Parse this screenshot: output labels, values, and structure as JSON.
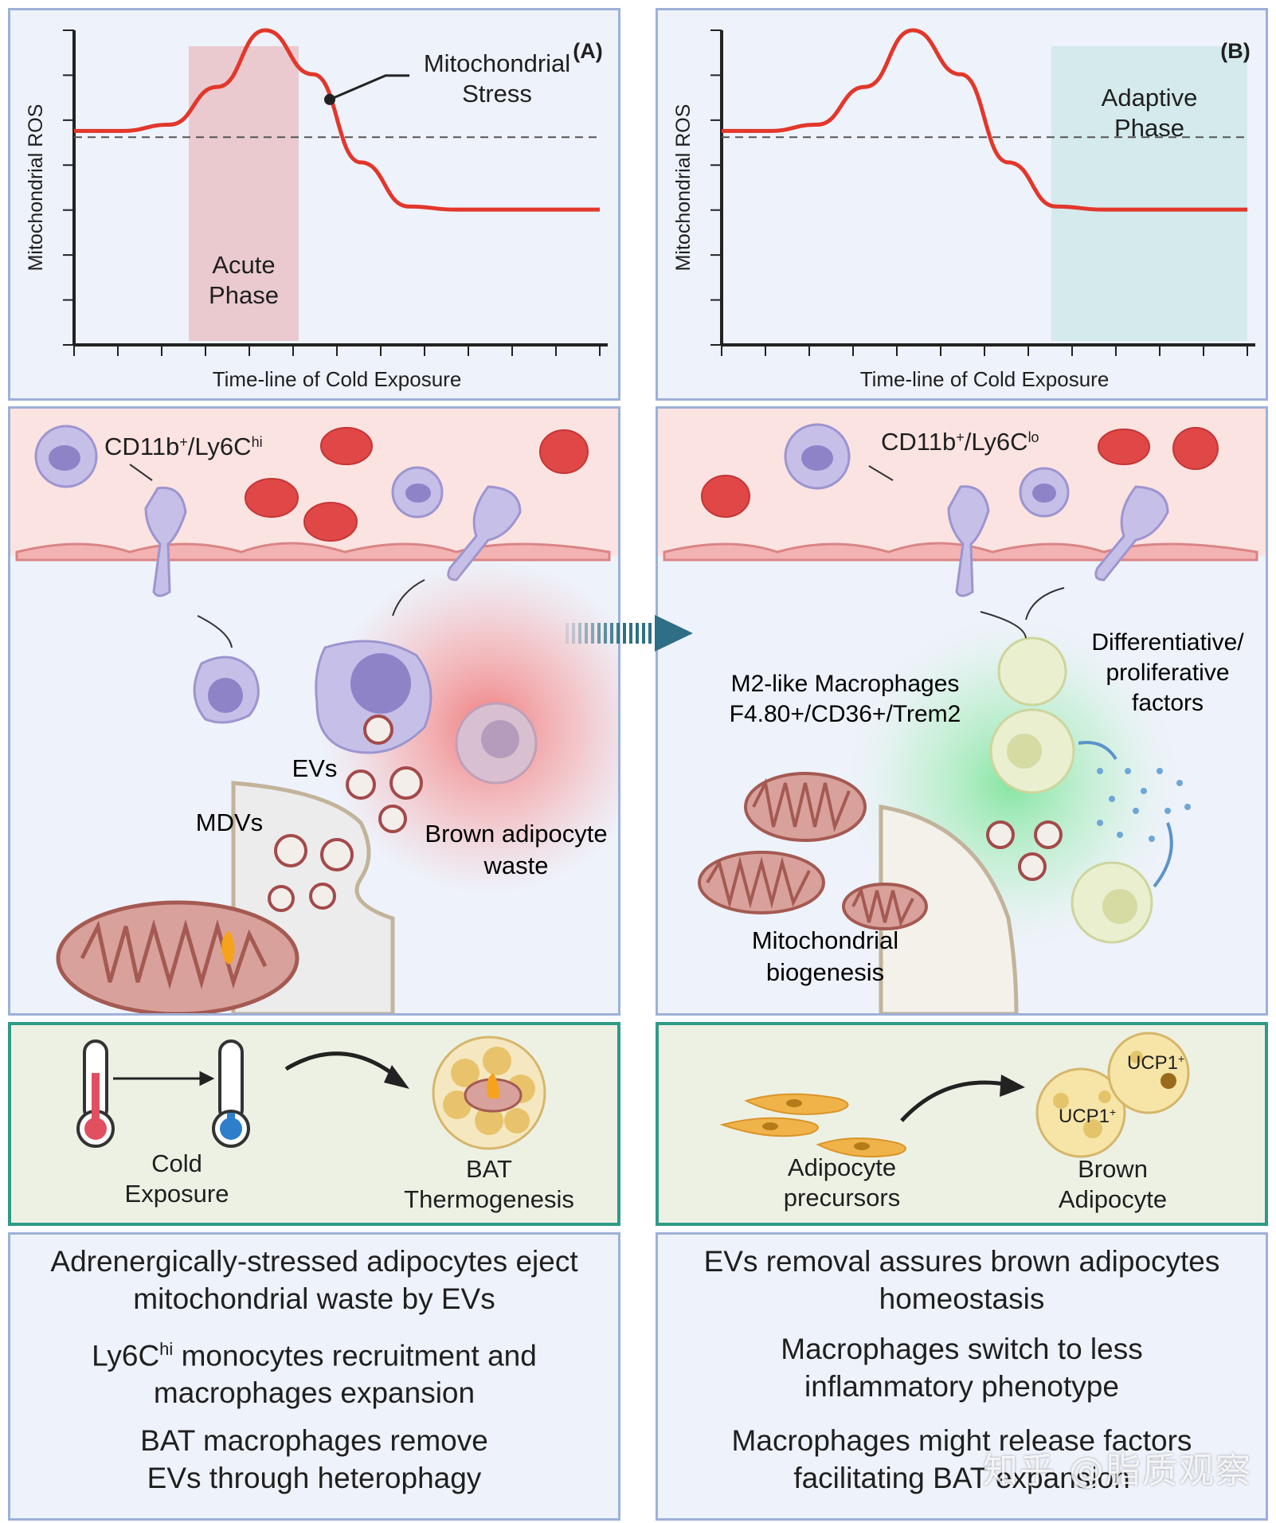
{
  "chart_data": [
    {
      "type": "line",
      "panel_label": "(A)",
      "ylabel": "Mitochondrial ROS",
      "xlabel": "Time-line of Cold Exposure",
      "series": [
        {
          "values": [
            0.68,
            0.68,
            0.7,
            0.82,
            1.0,
            0.86,
            0.58,
            0.44,
            0.43,
            0.43,
            0.43,
            0.43
          ]
        }
      ],
      "baseline": 0.66,
      "shaded_region": {
        "label_line1": "Acute",
        "label_line2": "Phase",
        "color": "#e9c3c7"
      },
      "annotation": {
        "line1": "Mitochondrial",
        "line2": "Stress"
      }
    },
    {
      "type": "line",
      "panel_label": "(B)",
      "ylabel": "Mitochondrial ROS",
      "xlabel": "Time-line of Cold Exposure",
      "series": [
        {
          "values": [
            0.68,
            0.68,
            0.7,
            0.82,
            1.0,
            0.86,
            0.58,
            0.44,
            0.43,
            0.43,
            0.43,
            0.43
          ]
        }
      ],
      "baseline": 0.66,
      "shaded_region": {
        "label_line1": "Adaptive",
        "label_line2": "Phase",
        "color": "#cfe9ea"
      }
    }
  ],
  "left_scene": {
    "cell_type_main": "CD11b",
    "cell_type_sup1": "+",
    "cell_type_mid": "/Ly6C",
    "cell_type_sup2": "hi",
    "evs_label": "EVs",
    "mdvs_label": "MDVs",
    "waste_line1": "Brown adipocyte",
    "waste_line2": "waste"
  },
  "right_scene": {
    "cell_type_main": "CD11b",
    "cell_type_sup1": "+",
    "cell_type_mid": "/Ly6C",
    "cell_type_sup2": "lo",
    "macro_line1": "M2-like Macrophages",
    "macro_line2": "F4.80+/CD36+/Trem2",
    "factors_line1": "Differentiative/",
    "factors_line2": "proliferative",
    "factors_line3": "factors",
    "mito_line1": "Mitochondrial",
    "mito_line2": "biogenesis"
  },
  "left_green": {
    "cold_line1": "Cold",
    "cold_line2": "Exposure",
    "bat_line1": "BAT",
    "bat_line2": "Thermogenesis"
  },
  "right_green": {
    "precursor_line1": "Adipocyte",
    "precursor_line2": "precursors",
    "brown_line1": "Brown",
    "brown_line2": "Adipocyte",
    "ucp_main": "UCP1",
    "ucp_sup": "+"
  },
  "left_summary": {
    "p1_line1": "Adrenergically-stressed adipocytes eject",
    "p1_line2": "mitochondrial waste by EVs",
    "p2_a": "Ly6C",
    "p2_sup": "hi",
    "p2_b": " monocytes recruitment and",
    "p2_line2": "macrophages  expansion",
    "p3_line1": "BAT macrophages remove",
    "p3_line2": "EVs through heterophagy"
  },
  "right_summary": {
    "p1_line1": "EVs removal assures brown adipocytes",
    "p1_line2": "homeostasis",
    "p2_line1": "Macrophages switch to less",
    "p2_line2": "inflammatory phenotype",
    "p3_line1": "Macrophages might release factors",
    "p3_line2": "facilitating BAT expansion"
  },
  "watermark": "知乎 @脂质观察",
  "colors": {
    "curve": "#e2372b",
    "panel_border": "#9db0d8",
    "green_border": "#2f9a86",
    "arrow": "#2e6f86"
  }
}
